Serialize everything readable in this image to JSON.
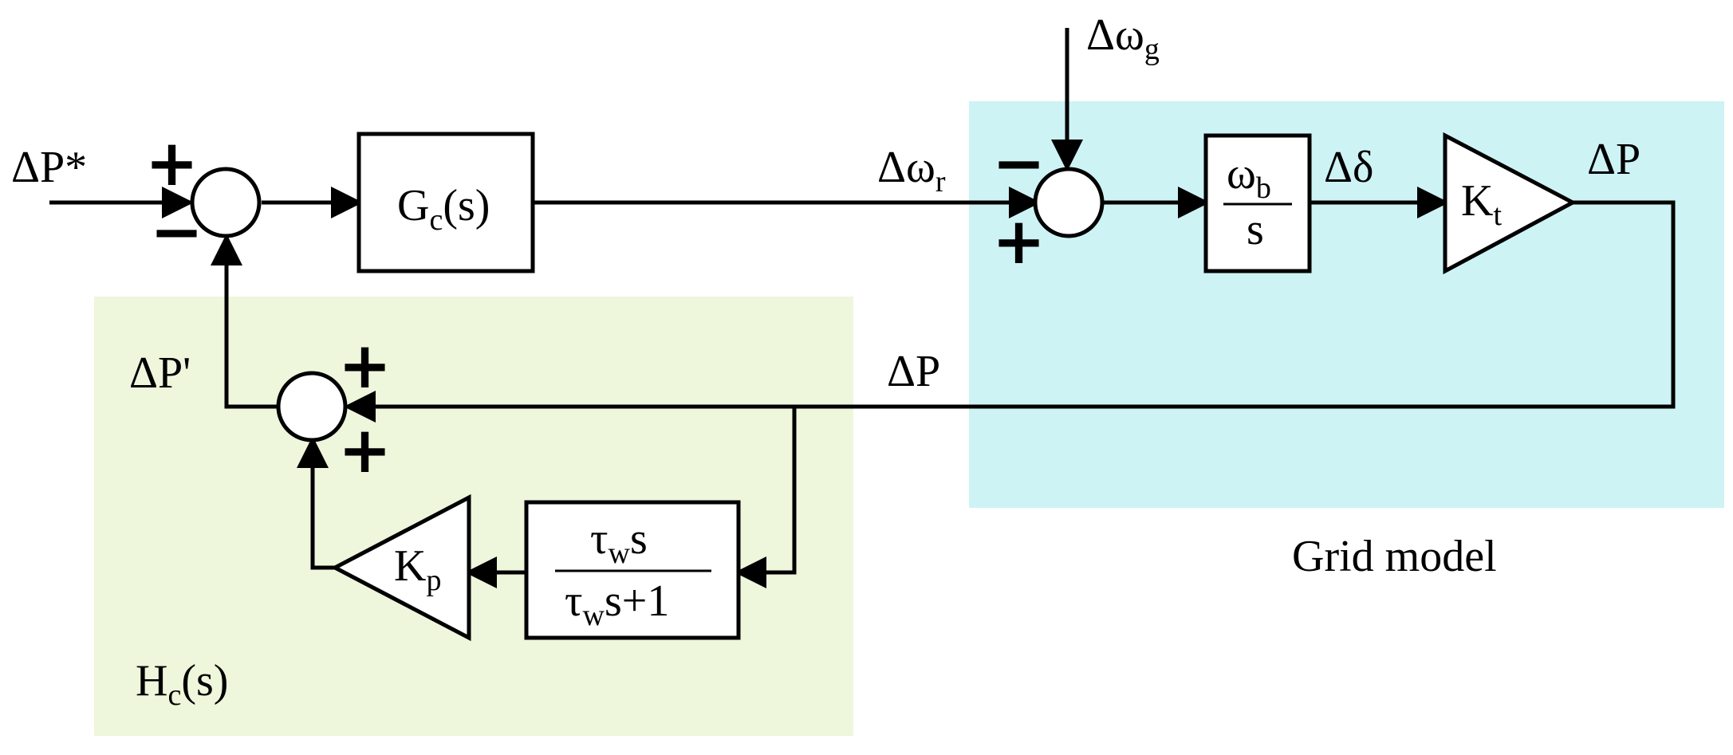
{
  "colors": {
    "grid_model_region": "#cdf3f5",
    "hc_region": "#eef6dc",
    "stroke": "#000000"
  },
  "regions": {
    "grid_model_label": "Grid model",
    "hc_label_main": "H",
    "hc_label_sub": "c",
    "hc_label_tail": "(s)"
  },
  "signals": {
    "dp_ref": "ΔP*",
    "dw_r_main": "Δω",
    "dw_r_sub": "r",
    "dw_g_main": "Δω",
    "dw_g_sub": "g",
    "d_delta": "Δδ",
    "dp_out": "ΔP",
    "dp_feedback": "ΔP",
    "dp_prime": "ΔP'"
  },
  "blocks": {
    "gc_main": "G",
    "gc_sub": "c",
    "gc_tail": "(s)",
    "integrator_num_main": "ω",
    "integrator_num_sub": "b",
    "integrator_den": "s",
    "kt_main": "K",
    "kt_sub": "t",
    "kp_main": "K",
    "kp_sub": "p",
    "washout_num_main": "τ",
    "washout_num_sub": "w",
    "washout_num_tail": "s",
    "washout_den_main": "τ",
    "washout_den_sub": "w",
    "washout_den_tail": "s+1"
  },
  "signs": {
    "sum1_top": "+",
    "sum1_bottom": "−",
    "sum2_left": "−",
    "sum2_bottom": "+",
    "sum3_top": "+",
    "sum3_bottom": "+"
  }
}
